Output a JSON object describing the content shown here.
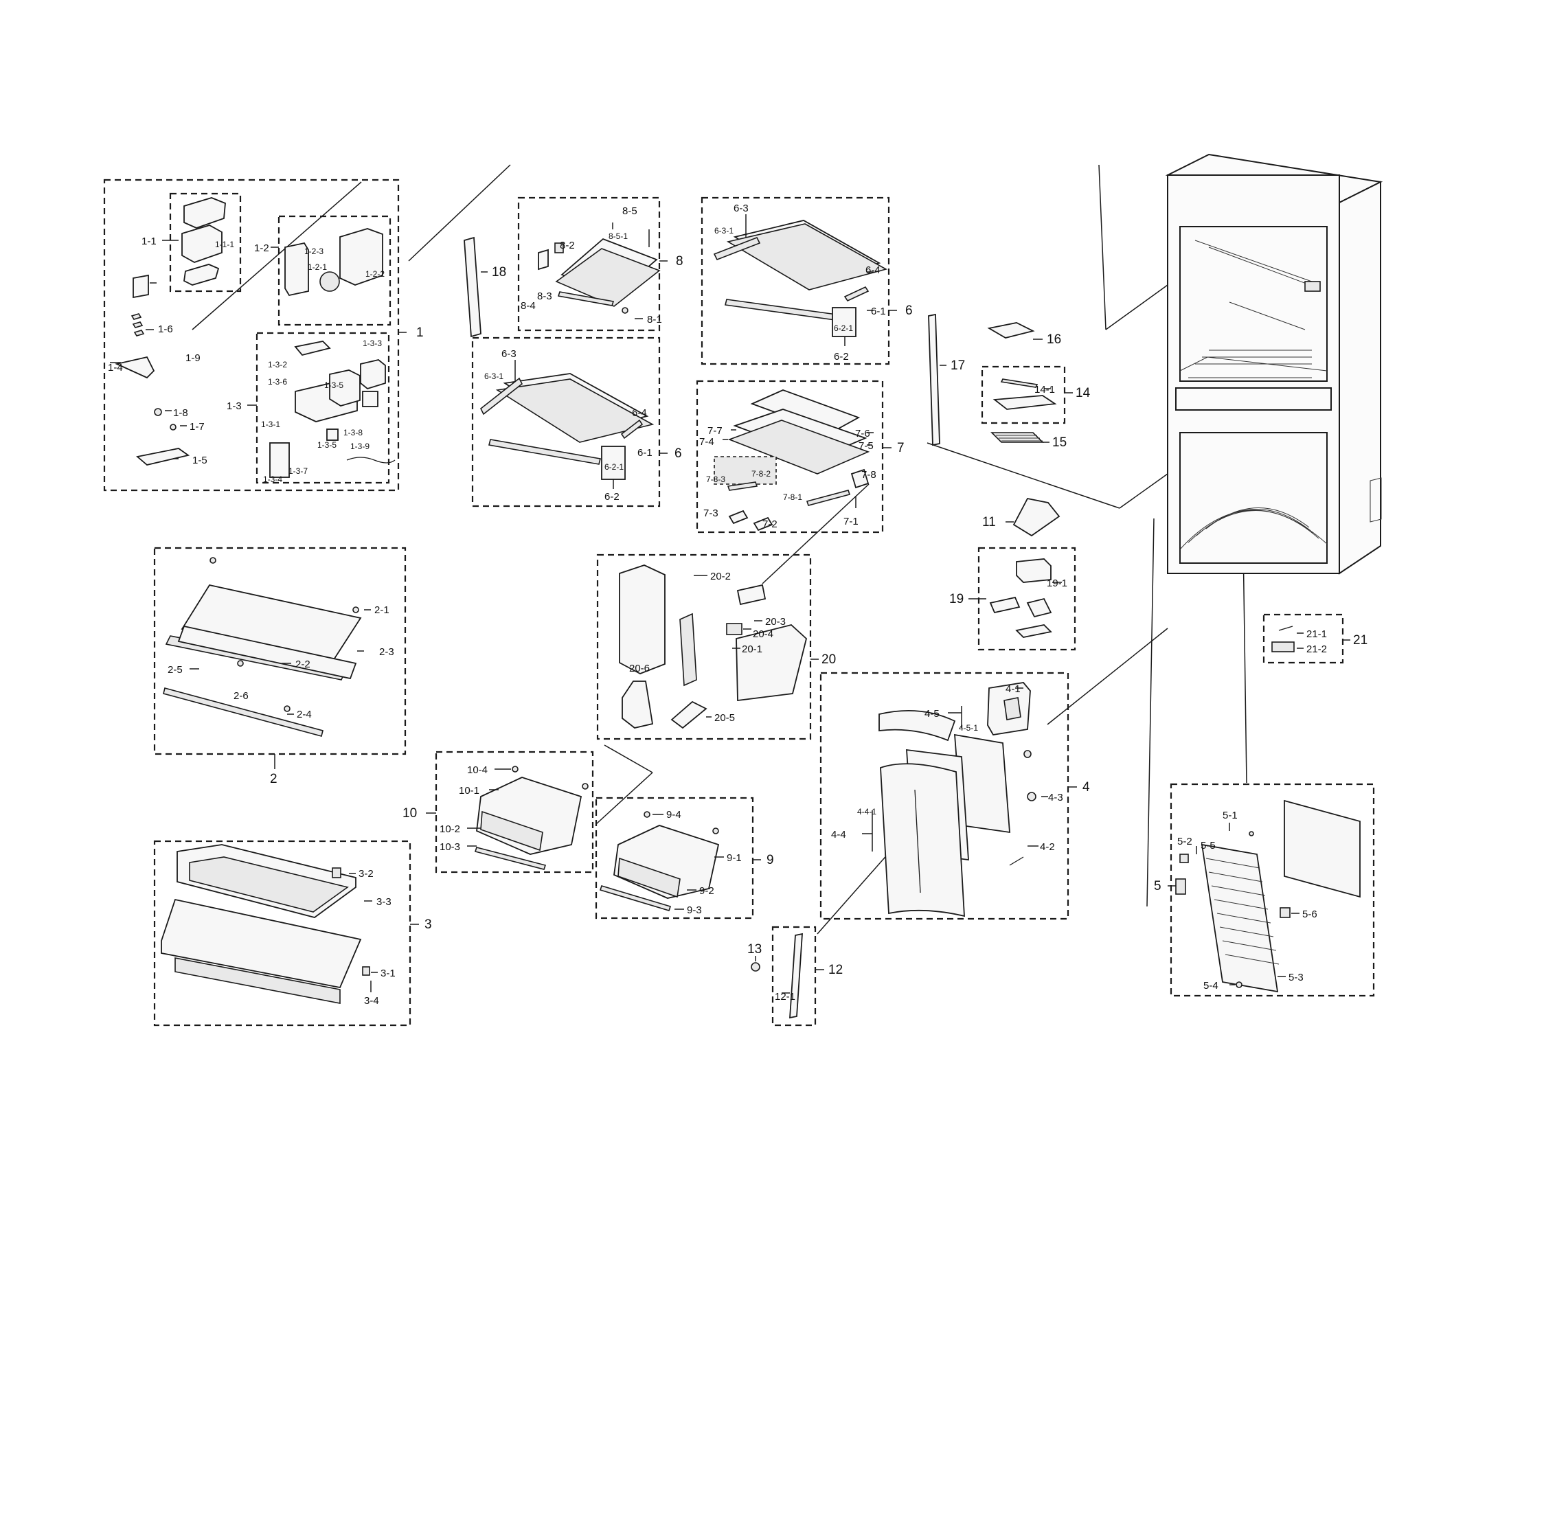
{
  "labels": {
    "g1": "1",
    "g1_1": "1-1",
    "g1_1_1": "1-1-1",
    "g1_2": "1-2",
    "g1_2_1": "1-2-1",
    "g1_2_2": "1-2-2",
    "g1_2_3": "1-2-3",
    "g1_3": "1-3",
    "g1_3_1": "1-3-1",
    "g1_3_2": "1-3-2",
    "g1_3_3": "1-3-3",
    "g1_3_4": "1-3-4",
    "g1_3_5": "1-3-5",
    "g1_3_6": "1-3-6",
    "g1_3_7": "1-3-7",
    "g1_3_8": "1-3-8",
    "g1_3_9": "1-3-9",
    "g1_4": "1-4",
    "g1_5": "1-5",
    "g1_6": "1-6",
    "g1_7": "1-7",
    "g1_8": "1-8",
    "g1_9": "1-9",
    "g2": "2",
    "g2_1": "2-1",
    "g2_2": "2-2",
    "g2_3": "2-3",
    "g2_4": "2-4",
    "g2_5": "2-5",
    "g2_6": "2-6",
    "g3": "3",
    "g3_1": "3-1",
    "g3_2": "3-2",
    "g3_3": "3-3",
    "g3_4": "3-4",
    "g4": "4",
    "g4_1": "4-1",
    "g4_2": "4-2",
    "g4_3": "4-3",
    "g4_4": "4-4",
    "g4_4_1": "4-4-1",
    "g4_5": "4-5",
    "g4_5_1": "4-5-1",
    "g5": "5",
    "g5_1": "5-1",
    "g5_2": "5-2",
    "g5_3": "5-3",
    "g5_4": "5-4",
    "g5_5": "5-5",
    "g5_6": "5-6",
    "g6a": "6",
    "g6a_1": "6-1",
    "g6a_2": "6-2",
    "g6a_2_1": "6-2-1",
    "g6a_3": "6-3",
    "g6a_3_1": "6-3-1",
    "g6a_4": "6-4",
    "g6b": "6",
    "g6b_1": "6-1",
    "g6b_2": "6-2",
    "g6b_2_1": "6-2-1",
    "g6b_3": "6-3",
    "g6b_3_1": "6-3-1",
    "g6b_4": "6-4",
    "g7": "7",
    "g7_1": "7-1",
    "g7_2": "7-2",
    "g7_3": "7-3",
    "g7_4": "7-4",
    "g7_5": "7-5",
    "g7_6": "7-6",
    "g7_7": "7-7",
    "g7_8": "7-8",
    "g7_8_1": "7-8-1",
    "g7_8_2": "7-8-2",
    "g7_8_3": "7-8-3",
    "g8": "8",
    "g8_1": "8-1",
    "g8_2": "8-2",
    "g8_3": "8-3",
    "g8_4": "8-4",
    "g8_5": "8-5",
    "g8_5_1": "8-5-1",
    "g9": "9",
    "g9_1": "9-1",
    "g9_2": "9-2",
    "g9_3": "9-3",
    "g9_4": "9-4",
    "g10": "10",
    "g10_1": "10-1",
    "g10_2": "10-2",
    "g10_3": "10-3",
    "g10_4": "10-4",
    "g11": "11",
    "g12": "12",
    "g12_1": "12-1",
    "g13": "13",
    "g14": "14",
    "g14_1": "14-1",
    "g15": "15",
    "g16": "16",
    "g17": "17",
    "g18": "18",
    "g19": "19",
    "g19_1": "19-1",
    "g20": "20",
    "g20_1": "20-1",
    "g20_2": "20-2",
    "g20_3": "20-3",
    "g20_4": "20-4",
    "g20_5": "20-5",
    "g20_6": "20-6",
    "g21": "21",
    "g21_1": "21-1",
    "g21_2": "21-2"
  }
}
